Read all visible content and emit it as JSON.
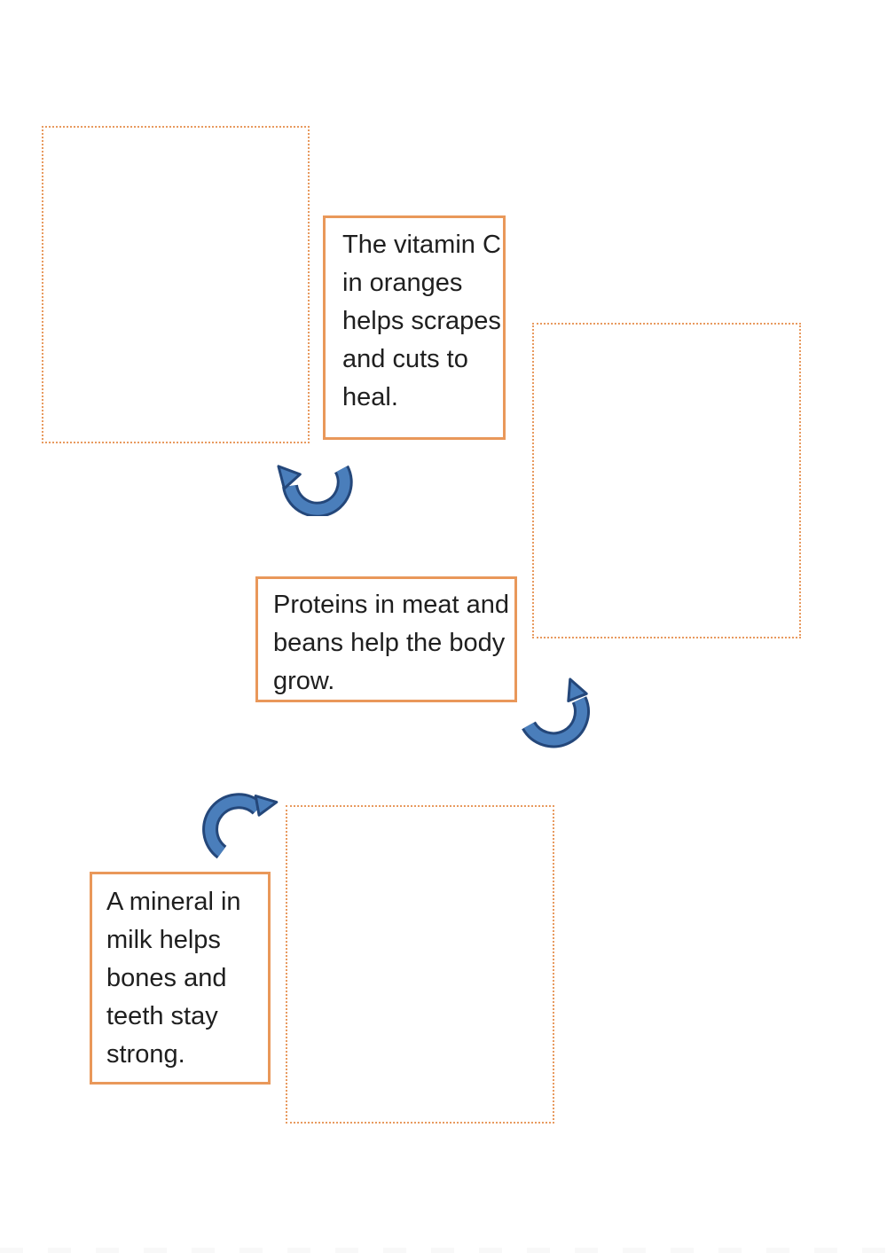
{
  "page": {
    "kind": "matching-worksheet",
    "background": "#ffffff"
  },
  "colors": {
    "card_border": "#e9985a",
    "dropzone_border": "#e89a5f",
    "arrow_fill": "#4a7ebb",
    "arrow_outline": "#24477a",
    "text": "#1f1f1f"
  },
  "cards": [
    {
      "id": "card-vitamin-c",
      "lines": [
        "The vitamin C",
        "in oranges",
        "helps scrapes",
        "and cuts to",
        "heal."
      ],
      "text": "The vitamin C in oranges helps scrapes and cuts to heal."
    },
    {
      "id": "card-proteins",
      "lines": [
        "Proteins in meat and",
        "beans help the body",
        "grow."
      ],
      "text": "Proteins in meat and beans help the body grow."
    },
    {
      "id": "card-mineral",
      "lines": [
        "A mineral in",
        "milk helps",
        "bones and",
        "teeth stay",
        "strong."
      ],
      "text": "A mineral in milk helps bones and teeth stay strong."
    }
  ],
  "drop_zones": [
    {
      "id": "zone-1",
      "position": "top-left",
      "state": "empty"
    },
    {
      "id": "zone-2",
      "position": "middle-right",
      "state": "empty"
    },
    {
      "id": "zone-3",
      "position": "bottom-center",
      "state": "empty"
    }
  ],
  "arrows": [
    {
      "id": "arrow-1",
      "style": "curved",
      "points": "up-left"
    },
    {
      "id": "arrow-2",
      "style": "curved",
      "points": "up"
    },
    {
      "id": "arrow-3",
      "style": "curved",
      "points": "right"
    }
  ]
}
